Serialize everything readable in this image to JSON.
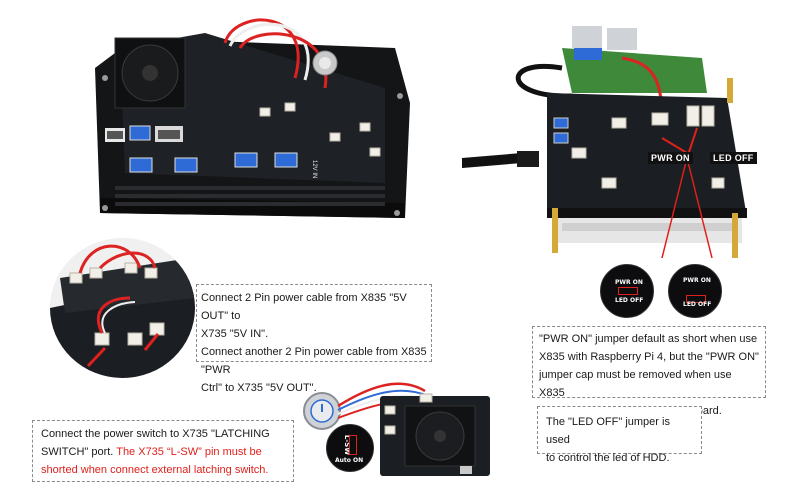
{
  "photos": {
    "case": {
      "stamp": "12V IN"
    },
    "stack": {
      "pwr_on": "PWR ON",
      "led_off": "LED OFF"
    },
    "zoom_left": {
      "pwr_on": "PWR ON",
      "led_off": "LED OFF"
    },
    "zoom_right": {
      "pwr_on": "PWR ON",
      "led_off": "LED OFF"
    },
    "switch_zoom": {
      "lsw": "L-SW",
      "auto_on": "Auto ON"
    }
  },
  "notes": {
    "cables": {
      "line1": "Connect 2 Pin power cable from X835 \"5V OUT\" to",
      "line2": "X735 \"5V IN\".",
      "line3": "Connect another 2 Pin power cable from X835 \"PWR",
      "line4": "Ctrl\" to X735 \"5V OUT\"."
    },
    "pwr_on": {
      "line1": "\"PWR ON\" jumper default as short when use",
      "line2": "X835 with Raspberry Pi 4, but the \"PWR ON\"",
      "line3": "jumper cap must be removed when use X835",
      "line4": "with X735 power management board."
    },
    "led_off": {
      "line1": "The \"LED OFF\" jumper is used",
      "line2": "to control the led of HDD."
    },
    "switch": {
      "line1": "Connect the power switch to X735 \"LATCHING",
      "line2_black": "SWITCH\" port. ",
      "line2_red": "The X735 “L-SW” pin must be",
      "line3_red": "shorted when connect external latching switch."
    }
  },
  "colors": {
    "accent_red": "#e0201c",
    "usb_blue": "#2f6bd6",
    "board": "#1b1e22",
    "brass": "#d4a93a"
  }
}
